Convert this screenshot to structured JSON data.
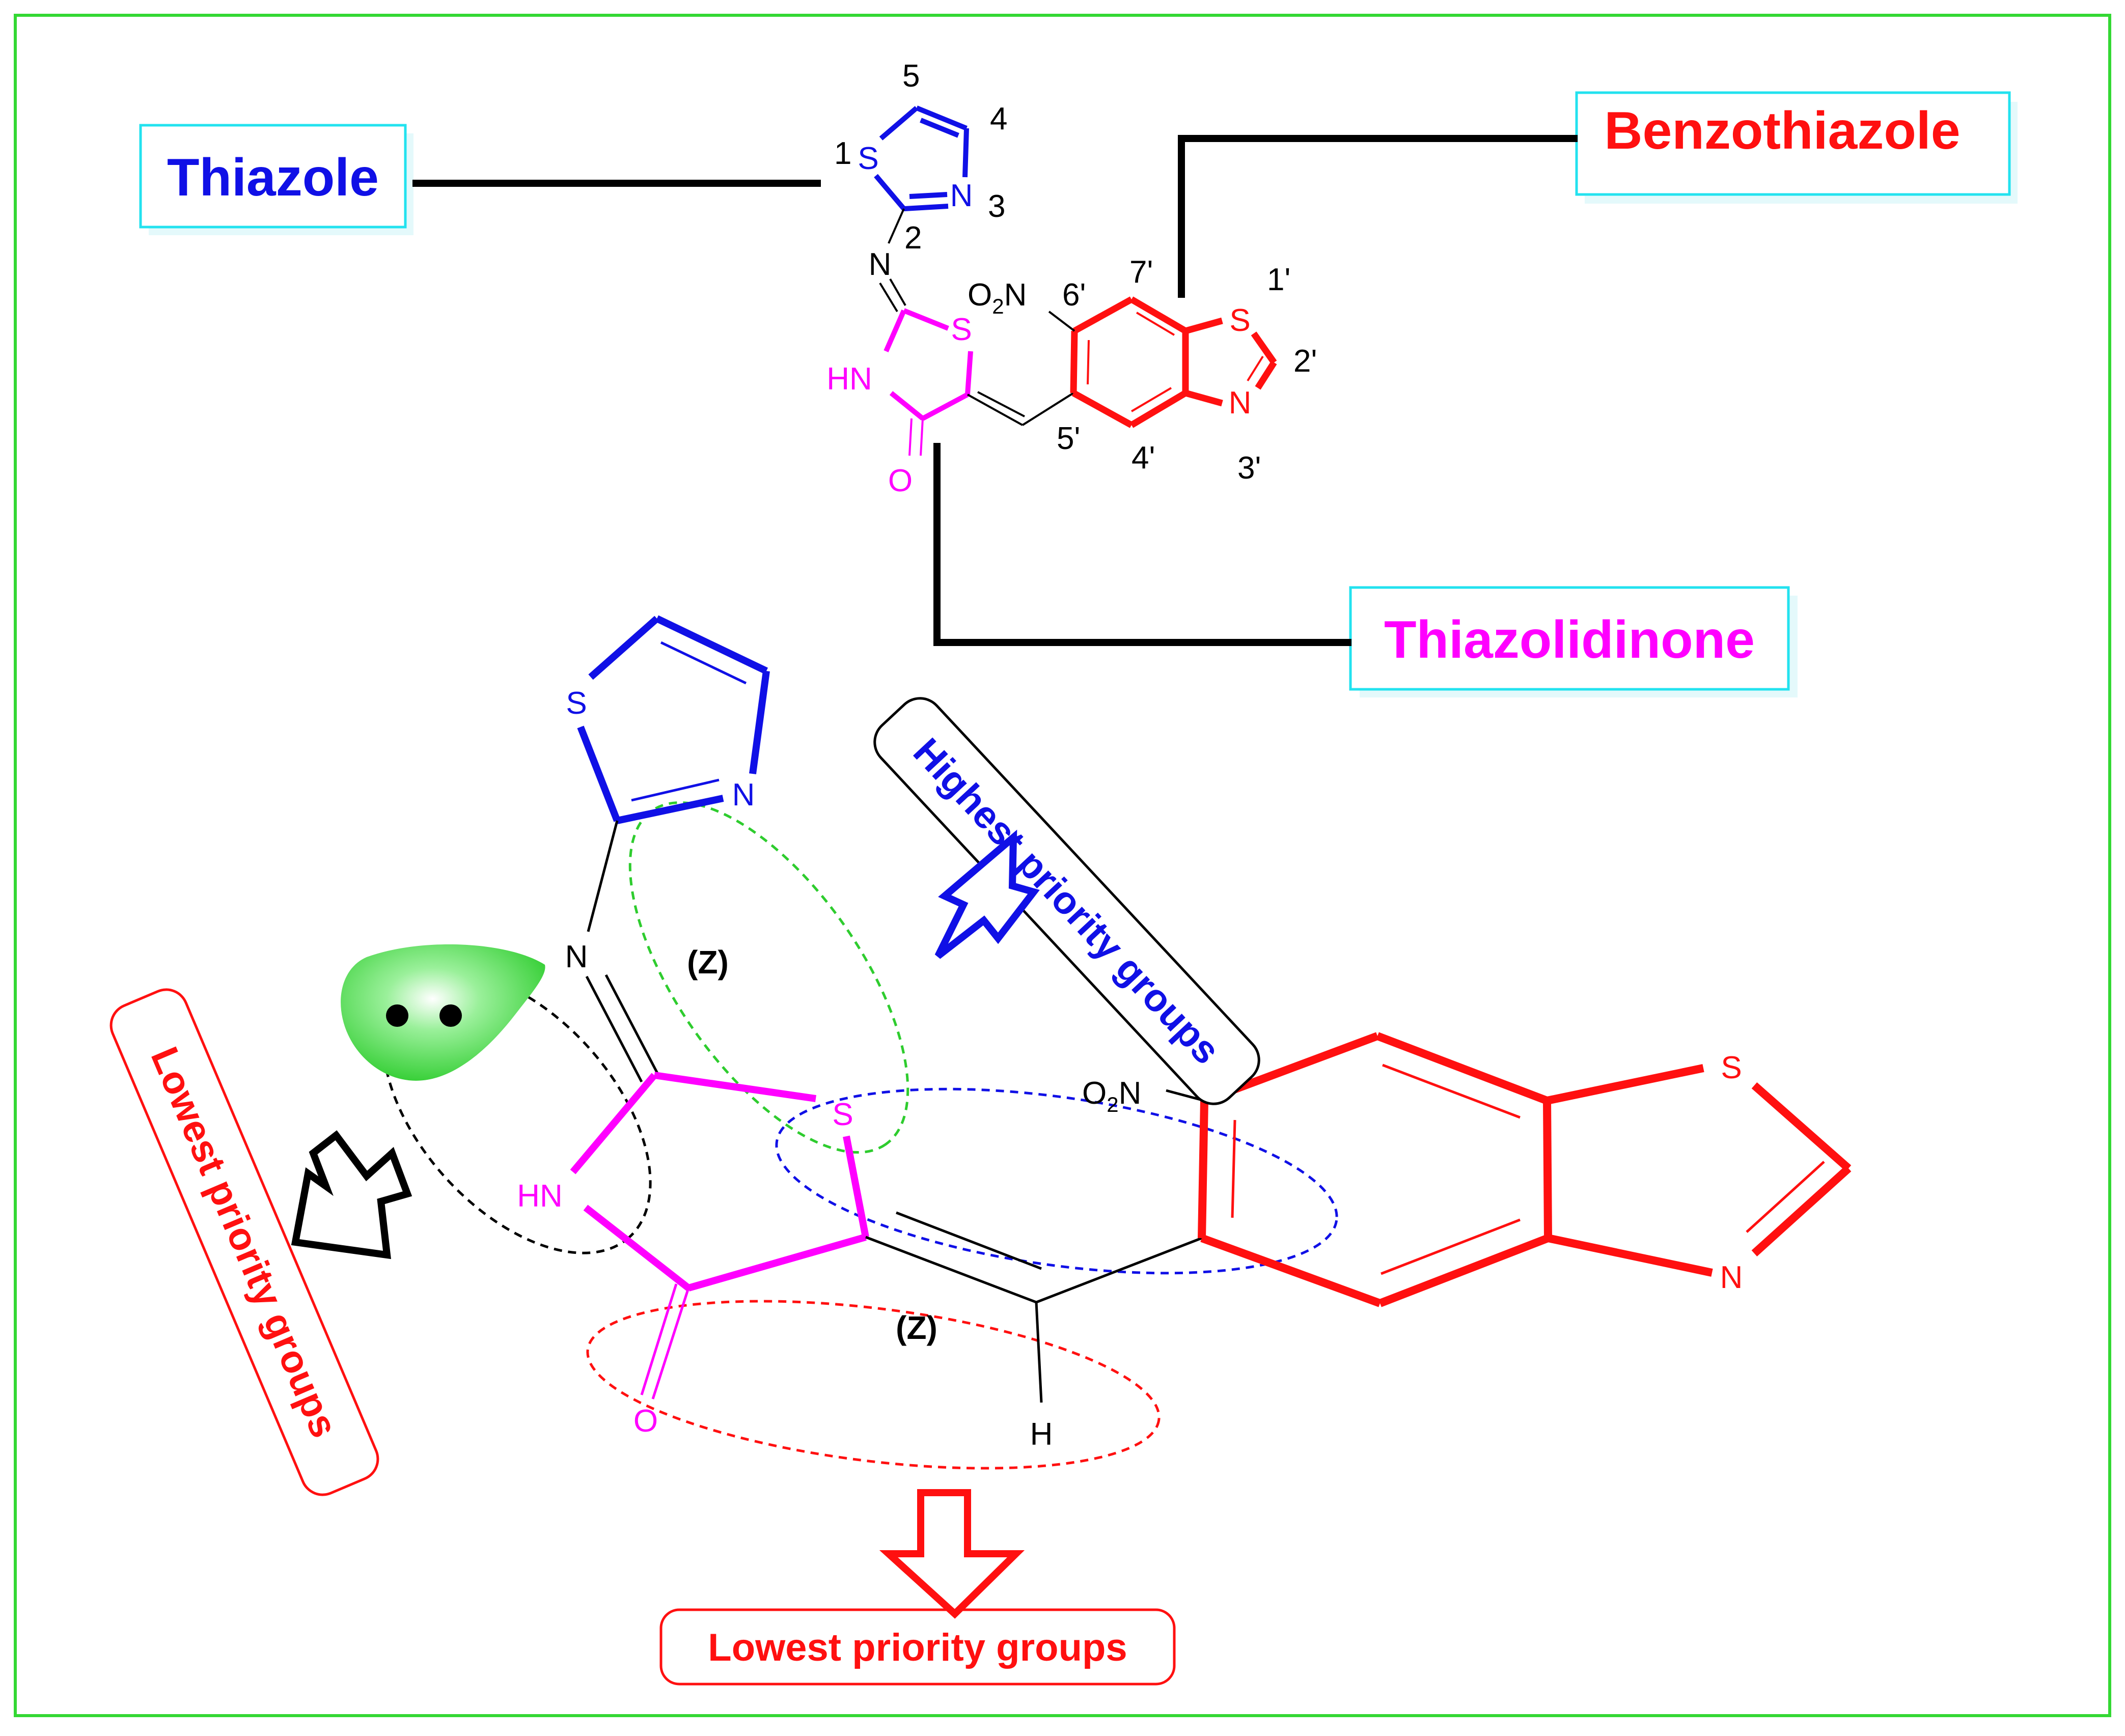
{
  "colors": {
    "thiazole": "#1010e6",
    "thiazolidinone": "#ff00ff",
    "benzothiazole": "#ff1010",
    "box_border": "#22e2ef",
    "frame": "#34d834",
    "lone_pair": "#2ecc2e"
  },
  "labels": {
    "thiazole": "Thiazole",
    "benzothiazole": "Benzothiazole",
    "thiazolidinone": "Thiazolidinone"
  },
  "priority": {
    "highest": "Highest priority groups",
    "lowest_left": "Lowest priority groups",
    "lowest_bottom": "Lowest priority groups"
  },
  "stereo": {
    "z_upper": "(Z)",
    "z_lower": "(Z)"
  },
  "top_structure": {
    "atoms": {
      "s1": "S",
      "n3": "N",
      "n_imine": "N",
      "s_tzd": "S",
      "hn": "HN",
      "o": "O",
      "no2_a": "O",
      "no2_sub": "2",
      "no2_b": "N",
      "s_bt": "S",
      "n_bt": "N"
    },
    "numbers": {
      "n1": "1",
      "n2": "2",
      "n3": "3",
      "n4": "4",
      "n5": "5",
      "p1": "1'",
      "p2": "2'",
      "p3": "3'",
      "p4": "4'",
      "p5": "5'",
      "p6": "6'",
      "p7": "7'"
    }
  },
  "bottom_structure": {
    "atoms": {
      "s_thz": "S",
      "n_thz": "N",
      "n_imine": "N",
      "s_tzd": "S",
      "hn": "HN",
      "o": "O",
      "h": "H",
      "no2_a": "O",
      "no2_sub": "2",
      "no2_b": "N",
      "s_bt": "S",
      "n_bt": "N"
    }
  },
  "icons": {
    "lone_pair": "lone-pair-icon",
    "arrow_up": "arrow-up-icon",
    "arrow_left": "arrow-down-left-icon",
    "arrow_down": "arrow-down-icon"
  }
}
